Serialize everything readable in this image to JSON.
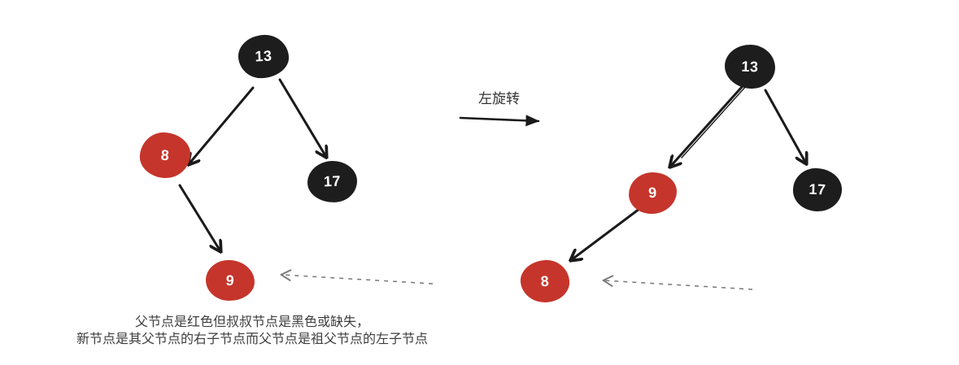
{
  "diagram": {
    "type": "red-black-tree-rotation",
    "transition": {
      "label": "左旋转"
    },
    "caption": {
      "line1": "父节点是红色但叔叔节点是黑色或缺失，",
      "line2": "新节点是其父节点的右子节点而父节点是祖父节点的左子节点"
    },
    "colors": {
      "red_node": "#c5352b",
      "black_node": "#1d1d1d",
      "node_text": "#ffffff",
      "edge": "#1a1a1a",
      "dashed_arrow": "#777777",
      "caption_text": "#3d3d3d"
    },
    "tree_before": {
      "nodes": [
        {
          "value": "13",
          "color": "black",
          "role": "root"
        },
        {
          "value": "8",
          "color": "red",
          "role": "left-child-of-13"
        },
        {
          "value": "17",
          "color": "black",
          "role": "right-child-of-13"
        },
        {
          "value": "9",
          "color": "red",
          "role": "right-child-of-8"
        }
      ]
    },
    "tree_after": {
      "nodes": [
        {
          "value": "13",
          "color": "black",
          "role": "root"
        },
        {
          "value": "9",
          "color": "red",
          "role": "left-child-of-13"
        },
        {
          "value": "17",
          "color": "black",
          "role": "right-child-of-13"
        },
        {
          "value": "8",
          "color": "red",
          "role": "left-child-of-9"
        }
      ]
    }
  }
}
